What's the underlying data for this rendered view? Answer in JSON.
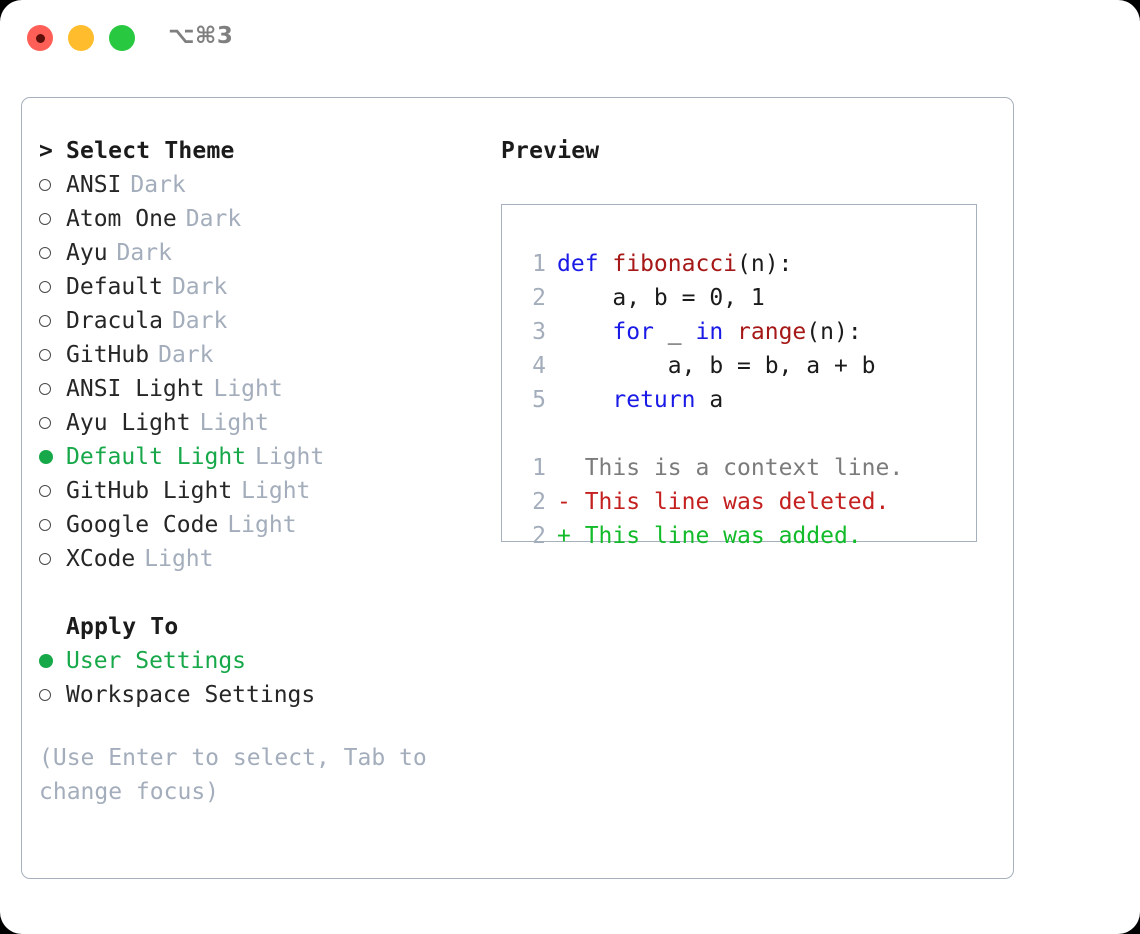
{
  "titlebar": {
    "shortcut": "⌥⌘3",
    "buttons": [
      {
        "name": "close",
        "color": "#ff5f57"
      },
      {
        "name": "minimize",
        "color": "#ffbd2e"
      },
      {
        "name": "maximize",
        "color": "#28c840"
      }
    ]
  },
  "theme_picker": {
    "header_caret": ">",
    "header": "Select Theme",
    "items": [
      {
        "bullet": "○",
        "name": "ANSI",
        "tag": "Dark",
        "selected": false
      },
      {
        "bullet": "○",
        "name": "Atom One",
        "tag": "Dark",
        "selected": false
      },
      {
        "bullet": "○",
        "name": "Ayu",
        "tag": "Dark",
        "selected": false
      },
      {
        "bullet": "○",
        "name": "Default",
        "tag": "Dark",
        "selected": false
      },
      {
        "bullet": "○",
        "name": "Dracula",
        "tag": "Dark",
        "selected": false
      },
      {
        "bullet": "○",
        "name": "GitHub",
        "tag": "Dark",
        "selected": false
      },
      {
        "bullet": "○",
        "name": "ANSI Light",
        "tag": "Light",
        "selected": false
      },
      {
        "bullet": "○",
        "name": "Ayu Light",
        "tag": "Light",
        "selected": false
      },
      {
        "bullet": "●",
        "name": "Default Light",
        "tag": "Light",
        "selected": true
      },
      {
        "bullet": "○",
        "name": "GitHub Light",
        "tag": "Light",
        "selected": false
      },
      {
        "bullet": "○",
        "name": "Google Code",
        "tag": "Light",
        "selected": false
      },
      {
        "bullet": "○",
        "name": "XCode",
        "tag": "Light",
        "selected": false
      }
    ]
  },
  "apply_to": {
    "header": "Apply To",
    "items": [
      {
        "bullet": "●",
        "name": "User Settings",
        "selected": true
      },
      {
        "bullet": "○",
        "name": "Workspace Settings",
        "selected": false
      }
    ]
  },
  "hint": "(Use Enter to select, Tab to change focus)",
  "preview": {
    "title": "Preview",
    "code_lines": [
      {
        "no": "1",
        "tokens": [
          {
            "t": "def ",
            "c": "kw"
          },
          {
            "t": "fibonacci",
            "c": "fn"
          },
          {
            "t": "(n):",
            "c": "plain"
          }
        ]
      },
      {
        "no": "2",
        "tokens": [
          {
            "t": "    a, b = 0, 1",
            "c": "plain"
          }
        ]
      },
      {
        "no": "3",
        "tokens": [
          {
            "t": "    ",
            "c": "plain"
          },
          {
            "t": "for",
            "c": "kw"
          },
          {
            "t": " _ ",
            "c": "plain"
          },
          {
            "t": "in ",
            "c": "kw"
          },
          {
            "t": "range",
            "c": "fn"
          },
          {
            "t": "(n):",
            "c": "plain"
          }
        ]
      },
      {
        "no": "4",
        "tokens": [
          {
            "t": "        a, b = b, a + b",
            "c": "plain"
          }
        ]
      },
      {
        "no": "5",
        "tokens": [
          {
            "t": "    ",
            "c": "plain"
          },
          {
            "t": "return",
            "c": "kw"
          },
          {
            "t": " a",
            "c": "plain"
          }
        ]
      }
    ],
    "diff_lines": [
      {
        "no": "1",
        "marker": "  ",
        "text": "This is a context line.",
        "kind": "diff-ctx"
      },
      {
        "no": "2",
        "marker": "- ",
        "text": "This line was deleted.",
        "kind": "diff-del"
      },
      {
        "no": "2",
        "marker": "+ ",
        "text": "This line was added.",
        "kind": "diff-add"
      }
    ]
  },
  "colors": {
    "accent_green": "#17a84a",
    "muted_gray": "#a3adbb",
    "border": "#a7b0bd",
    "keyword_blue": "#1a1ae6",
    "function_red": "#a61717",
    "diff_delete": "#c42020",
    "diff_add": "#13bb2a"
  }
}
